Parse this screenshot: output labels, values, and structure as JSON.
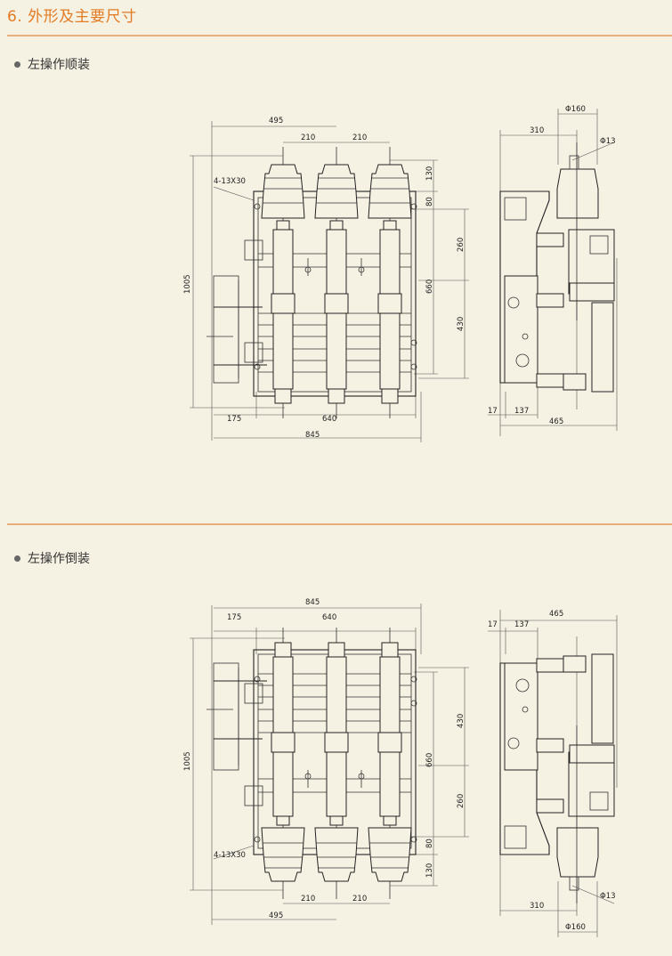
{
  "header": {
    "title": "6. 外形及主要尺寸"
  },
  "sections": [
    {
      "heading": "左操作顺装",
      "front_view": {
        "d495": "495",
        "d210a": "210",
        "d210b": "210",
        "d130": "130",
        "d80": "80",
        "d260": "260",
        "d660": "660",
        "d430": "430",
        "d1005": "1005",
        "d175": "175",
        "d640": "640",
        "d845": "845",
        "hole": "4-13X30"
      },
      "side_view": {
        "phi160": "Φ160",
        "d310": "310",
        "phi13": "Φ13",
        "d17": "17",
        "d137": "137",
        "d465": "465"
      }
    },
    {
      "heading": "左操作倒装",
      "front_view": {
        "d495": "495",
        "d210a": "210",
        "d210b": "210",
        "d130": "130",
        "d80": "80",
        "d260": "260",
        "d660": "660",
        "d430": "430",
        "d1005": "1005",
        "d175": "175",
        "d640": "640",
        "d845": "845",
        "hole": "4-13X30"
      },
      "side_view": {
        "phi160": "Φ160",
        "d310": "310",
        "phi13": "Φ13",
        "d17": "17",
        "d137": "137",
        "d465": "465"
      }
    }
  ]
}
